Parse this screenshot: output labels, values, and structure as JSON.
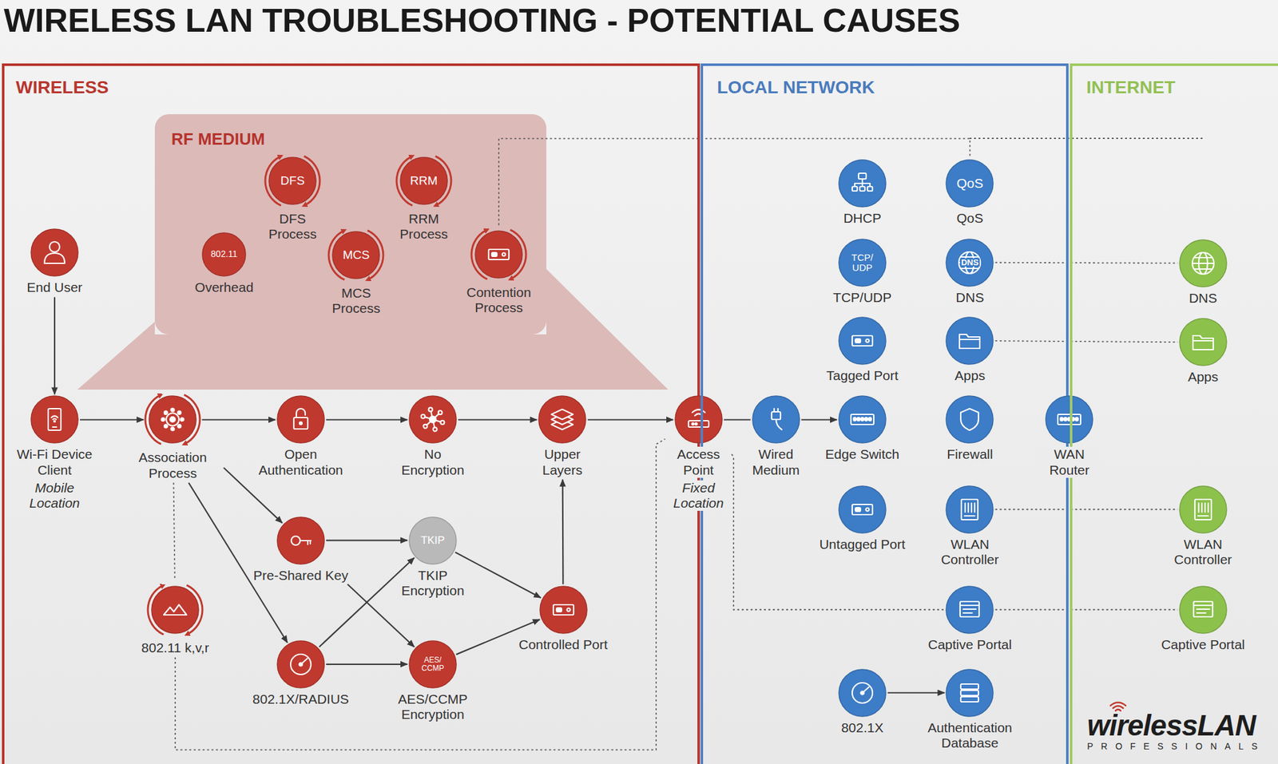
{
  "diagram": {
    "title": "WIRELESS LAN TROUBLESHOOTING - POTENTIAL CAUSES",
    "nodes": [
      {
        "text": [
          "WIRELESS"
        ]
      },
      {
        "text": [
          "RF MEDIUM"
        ],
        "in": 0
      },
      {
        "text": [
          "DFS",
          "DFS Process"
        ],
        "in": 1
      },
      {
        "text": [
          "RRM",
          "RRM Process"
        ],
        "in": 1
      },
      {
        "text": [
          "802.11",
          "Overhead"
        ],
        "in": 1
      },
      {
        "text": [
          "MCS",
          "MCS Process"
        ],
        "in": 1
      },
      {
        "text": [
          "Contention Process"
        ],
        "in": 1
      },
      {
        "text": [
          "End User"
        ],
        "in": 0
      },
      {
        "text": [
          "Wi-Fi Device Client",
          "Mobile Location"
        ],
        "in": 0
      },
      {
        "text": [
          "Association Process"
        ],
        "in": 0
      },
      {
        "text": [
          "Open Authentication"
        ],
        "in": 0
      },
      {
        "text": [
          "No Encryption"
        ],
        "in": 0
      },
      {
        "text": [
          "Upper Layers"
        ],
        "in": 0
      },
      {
        "text": [
          "Pre-Shared Key"
        ],
        "in": 0
      },
      {
        "text": [
          "TKIP",
          "TKIP Encryption"
        ],
        "in": 0
      },
      {
        "text": [
          "802.11 k,v,r"
        ],
        "in": 0
      },
      {
        "text": [
          "802.1X/RADIUS"
        ],
        "in": 0
      },
      {
        "text": [
          "AES/ CCMP",
          "AES/CCMP Encryption"
        ],
        "in": 0
      },
      {
        "text": [
          "Controlled Port"
        ],
        "in": 0
      },
      {
        "text": [
          "Access Point",
          "Fixed Location"
        ]
      },
      {
        "text": [
          "LOCAL NETWORK"
        ]
      },
      {
        "text": [
          "Wired Medium"
        ],
        "in": 20
      },
      {
        "text": [
          "DHCP"
        ],
        "in": 20
      },
      {
        "text": [
          "QoS",
          "QoS"
        ],
        "in": 20
      },
      {
        "text": [
          "TCP/ UDP",
          "TCP/UDP"
        ],
        "in": 20
      },
      {
        "text": [
          "DNS",
          "DNS"
        ],
        "in": 20
      },
      {
        "text": [
          "Tagged Port"
        ],
        "in": 20
      },
      {
        "text": [
          "Apps"
        ],
        "in": 20
      },
      {
        "text": [
          "Edge Switch"
        ],
        "in": 20
      },
      {
        "text": [
          "Firewall"
        ],
        "in": 20
      },
      {
        "text": [
          "WAN Router"
        ]
      },
      {
        "text": [
          "Untagged Port"
        ],
        "in": 20
      },
      {
        "text": [
          "WLAN Controller"
        ],
        "in": 20
      },
      {
        "text": [
          "Captive Portal"
        ],
        "in": 20
      },
      {
        "text": [
          "802.1X"
        ],
        "in": 20
      },
      {
        "text": [
          "Authentication Database"
        ],
        "in": 20
      },
      {
        "text": [
          "INTERNET"
        ]
      },
      {
        "text": [
          "DNS"
        ],
        "in": 36
      },
      {
        "text": [
          "Apps"
        ],
        "in": 36
      },
      {
        "text": [
          "WLAN Controller"
        ],
        "in": 36
      },
      {
        "text": [
          "Captive Portal"
        ],
        "in": 36
      }
    ],
    "edges": [
      {
        "from": 7,
        "to": 8,
        "arrow": "to"
      },
      {
        "from": 8,
        "to": 9,
        "arrow": "to"
      },
      {
        "from": 9,
        "to": 10,
        "arrow": "to"
      },
      {
        "from": 10,
        "to": 11,
        "arrow": "to"
      },
      {
        "from": 11,
        "to": 12,
        "arrow": "to"
      },
      {
        "from": 12,
        "to": 19,
        "arrow": "to"
      },
      {
        "from": 19,
        "to": 21,
        "arrow": "none"
      },
      {
        "from": 21,
        "to": 28,
        "arrow": "to"
      },
      {
        "from": 9,
        "to": 13,
        "arrow": "to"
      },
      {
        "from": 9,
        "to": 16,
        "arrow": "to"
      },
      {
        "from": 13,
        "to": 14,
        "arrow": "to"
      },
      {
        "from": 13,
        "to": 17,
        "arrow": "to"
      },
      {
        "from": 16,
        "to": 14,
        "arrow": "to"
      },
      {
        "from": 16,
        "to": 17,
        "arrow": "to"
      },
      {
        "from": 14,
        "to": 18,
        "arrow": "to"
      },
      {
        "from": 17,
        "to": 18,
        "arrow": "to"
      },
      {
        "from": 18,
        "to": 12,
        "arrow": "to"
      },
      {
        "from": 34,
        "to": 35,
        "arrow": "to"
      },
      {
        "from": 9,
        "to": 15,
        "arrow": "none"
      },
      {
        "from": 15,
        "to": 19,
        "arrow": "none"
      },
      {
        "from": 6,
        "to": 23,
        "arrow": "none"
      },
      {
        "from": 25,
        "to": 37,
        "arrow": "none"
      },
      {
        "from": 27,
        "to": 38,
        "arrow": "none"
      },
      {
        "from": 32,
        "to": 39,
        "arrow": "none"
      },
      {
        "from": 33,
        "to": 40,
        "arrow": "none"
      },
      {
        "from": 19,
        "to": 33,
        "arrow": "none"
      }
    ],
    "labels": [
      "wirelessLAN",
      "PROFESSIONALS"
    ]
  }
}
